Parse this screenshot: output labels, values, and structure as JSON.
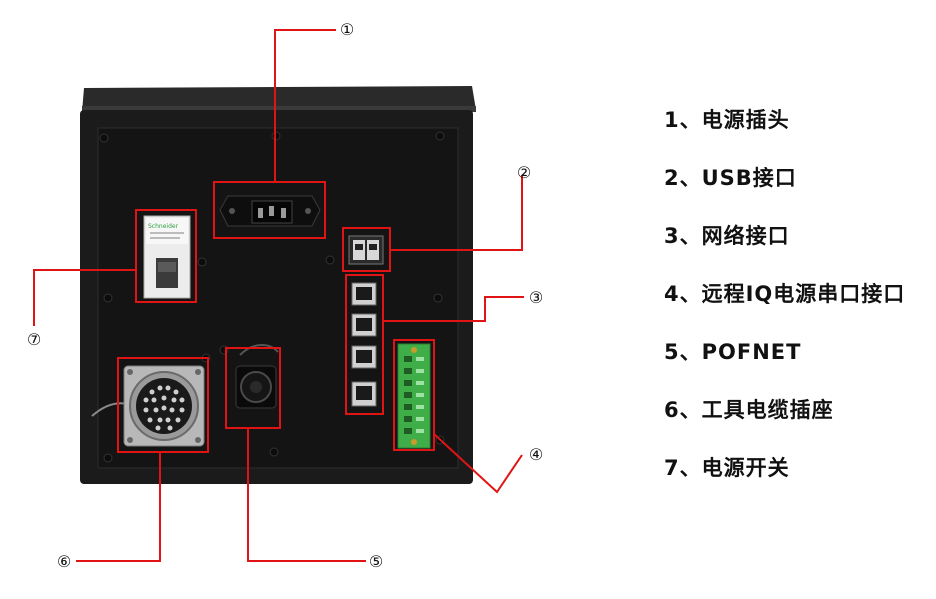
{
  "callouts": [
    {
      "number": "①"
    },
    {
      "number": "②"
    },
    {
      "number": "③"
    },
    {
      "number": "④"
    },
    {
      "number": "⑤"
    },
    {
      "number": "⑥"
    },
    {
      "number": "⑦"
    }
  ],
  "legend": {
    "items": [
      {
        "label": "1、电源插头"
      },
      {
        "label": "2、USB接口"
      },
      {
        "label": "3、网络接口"
      },
      {
        "label": "4、远程IQ电源串口接口"
      },
      {
        "label": "5、POFNET"
      },
      {
        "label": "6、工具电缆插座"
      },
      {
        "label": "7、电源开关"
      }
    ]
  },
  "colors": {
    "highlight": "#e01414",
    "device_body": "#1b1b1c",
    "device_panel": "#141415",
    "terminal_block": "#3fae49"
  },
  "breaker": {
    "brand_text": "Schneider"
  }
}
